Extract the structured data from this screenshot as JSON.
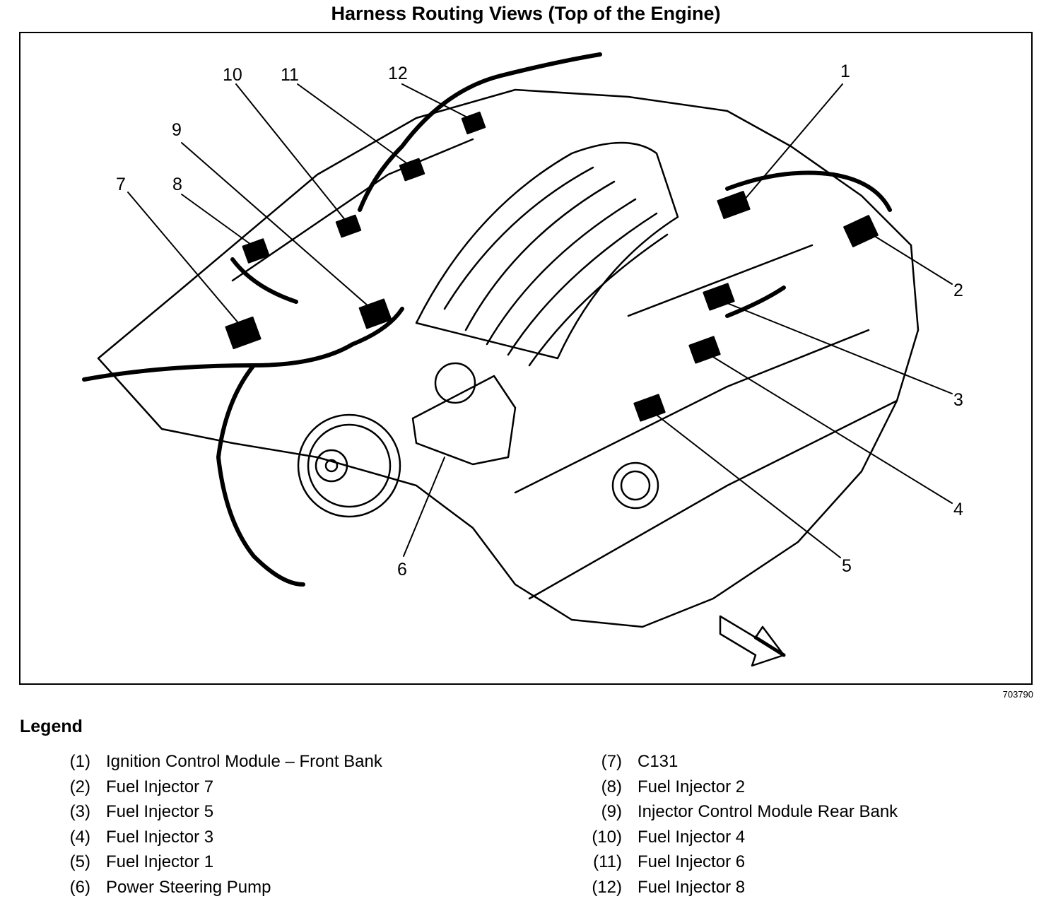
{
  "title": "Harness Routing Views (Top of the Engine)",
  "figure_id": "703790",
  "legend_title": "Legend",
  "callouts": [
    "1",
    "2",
    "3",
    "4",
    "5",
    "6",
    "7",
    "8",
    "9",
    "10",
    "11",
    "12"
  ],
  "legend": [
    {
      "num": "(1)",
      "text": "Ignition Control Module – Front Bank"
    },
    {
      "num": "(2)",
      "text": "Fuel Injector 7"
    },
    {
      "num": "(3)",
      "text": "Fuel Injector 5"
    },
    {
      "num": "(4)",
      "text": "Fuel Injector 3"
    },
    {
      "num": "(5)",
      "text": "Fuel Injector 1"
    },
    {
      "num": "(6)",
      "text": "Power Steering Pump"
    },
    {
      "num": "(7)",
      "text": "C131"
    },
    {
      "num": "(8)",
      "text": "Fuel Injector 2"
    },
    {
      "num": "(9)",
      "text": "Injector Control Module Rear Bank"
    },
    {
      "num": "(10)",
      "text": "Fuel Injector 4"
    },
    {
      "num": "(11)",
      "text": "Fuel Injector 6"
    },
    {
      "num": "(12)",
      "text": "Fuel Injector 8"
    }
  ]
}
